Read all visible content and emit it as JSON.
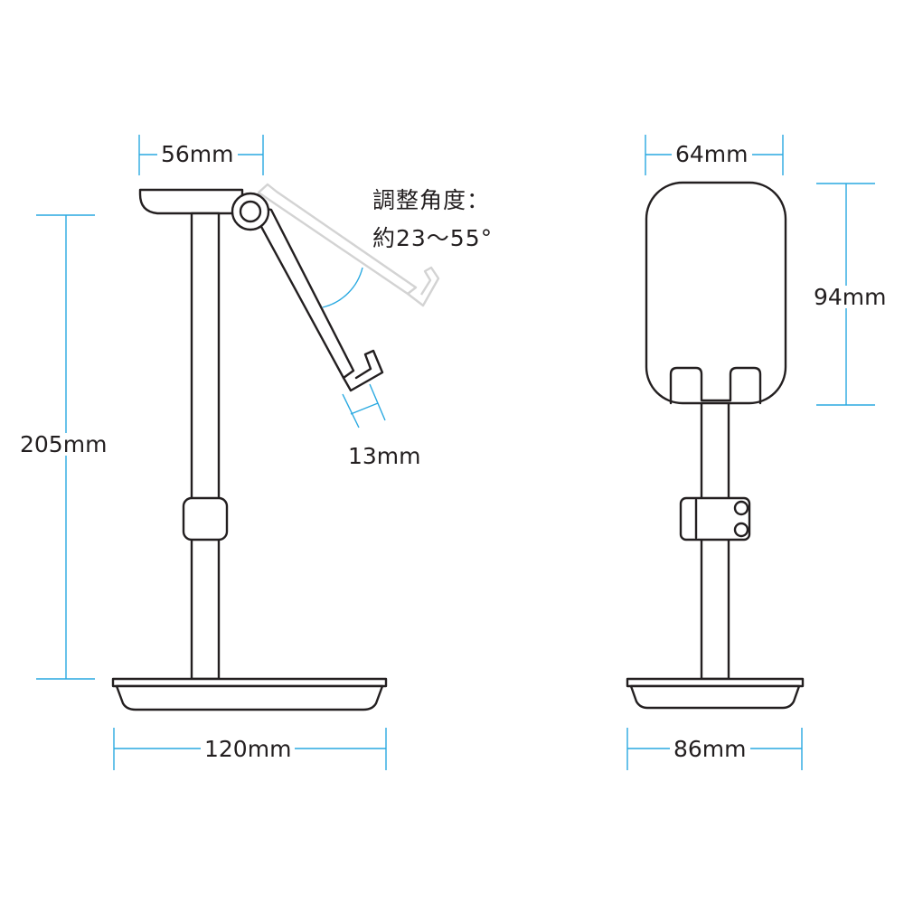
{
  "colors": {
    "outline": "#231f20",
    "dimension": "#29a9e1",
    "ghost": "#d3d3d3",
    "background": "#ffffff"
  },
  "side_view": {
    "width_top": "56mm",
    "height_total": "205mm",
    "thickness": "13mm",
    "base_width": "120mm",
    "angle_label": "調整角度：",
    "angle_value": "約23～55°"
  },
  "front_view": {
    "width_top": "64mm",
    "height_holder": "94mm",
    "base_width": "86mm"
  }
}
